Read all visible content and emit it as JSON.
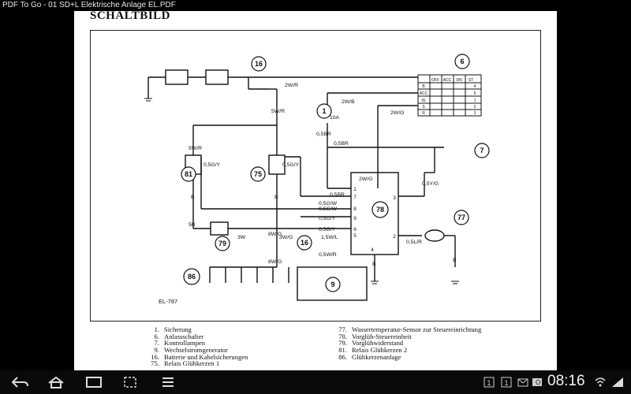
{
  "window": {
    "title": "PDF To Go - 01 SD+L Elektrische Anlage EL.PDF"
  },
  "page": {
    "title": "SCHALTBILD",
    "figure_code": "EL-787"
  },
  "schematic": {
    "components": [
      "81",
      "75",
      "79",
      "86",
      "16",
      "1",
      "6",
      "7",
      "77",
      "78",
      "9",
      "16"
    ],
    "wire_labels": [
      "2W/R",
      "5W/R",
      "5W/R",
      "2W/B",
      "2W/G",
      "0,5BR",
      "0,5BR",
      "0,5G/Y",
      "0,5G/Y",
      "0,5G/W",
      "0,5G/Y",
      "0,5Y/G",
      "2W/G",
      "0,5BR",
      "0,5G/W",
      "0,5G/Y",
      "1,5W/L",
      "0,5W/R",
      "0,5L/R",
      "8W/G",
      "8W/G",
      "3W",
      "3W/G",
      "5R",
      "B",
      "B",
      "B",
      "B",
      "10A"
    ],
    "ecu_pins": [
      "1",
      "2",
      "3",
      "4",
      "5",
      "6",
      "7",
      "8",
      "9"
    ],
    "switch_table": {
      "headers": [
        "OFF",
        "ACC",
        "ON",
        "ST"
      ],
      "rows": [
        "B",
        "ACC",
        "IG",
        "S",
        "R"
      ],
      "pins": [
        "4",
        "5",
        "1",
        "2",
        "3"
      ]
    }
  },
  "legend": {
    "col1": [
      {
        "num": "1.",
        "text": "Sicherung"
      },
      {
        "num": "6.",
        "text": "Anlassschalter"
      },
      {
        "num": "7.",
        "text": "Kontrollampen"
      },
      {
        "num": "9.",
        "text": "Wechselstromgenerator"
      },
      {
        "num": "16.",
        "text": "Batterie und Kabelsicherungen"
      },
      {
        "num": "75.",
        "text": "Relais Glühkerzen 1"
      }
    ],
    "col2": [
      {
        "num": "77.",
        "text": "Wassertemperatur-Sensor zur Steuereinrichtung"
      },
      {
        "num": "78.",
        "text": "Vorglüh-Steuereinheit"
      },
      {
        "num": "79.",
        "text": "Vorglühwiderstand"
      },
      {
        "num": "81.",
        "text": "Relais Glühkerzen 2"
      },
      {
        "num": "86.",
        "text": "Glühkerzenanlage"
      }
    ]
  },
  "statusbar": {
    "time": "08:16",
    "icons": [
      "back-icon",
      "home-icon",
      "recent-apps-icon",
      "screenshot-icon",
      "menu-icon",
      "notification-1-icon",
      "notification-2-icon",
      "email-icon",
      "outlook-icon",
      "wifi-icon",
      "signal-icon"
    ]
  }
}
